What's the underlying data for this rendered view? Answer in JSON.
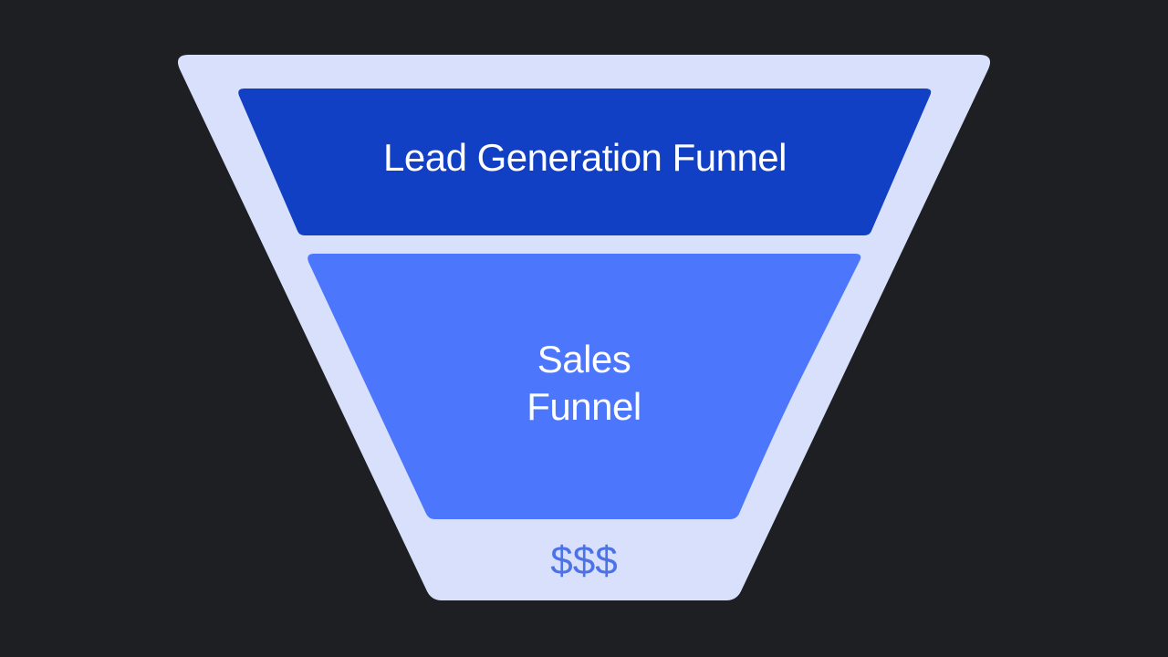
{
  "diagram": {
    "type": "funnel",
    "colors": {
      "background": "#1e1f23",
      "funnel_outer": "#d8e0fb",
      "lead_stage": "#1240c4",
      "sales_stage": "#4c77fd",
      "money_text": "#4c72e8",
      "stage_text": "#ffffff"
    },
    "stages": [
      {
        "label": "Lead Generation Funnel"
      },
      {
        "label_line1": "Sales",
        "label_line2": "Funnel"
      }
    ],
    "output": {
      "label": "$$$"
    }
  }
}
